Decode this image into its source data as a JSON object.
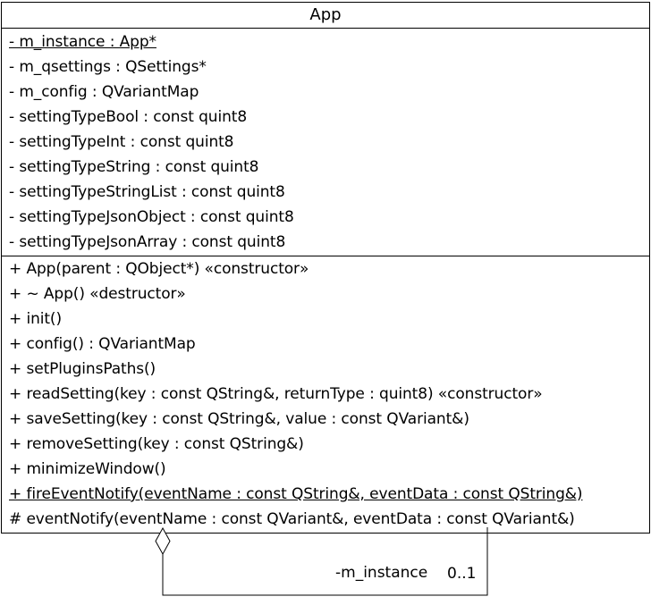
{
  "class": {
    "name": "App",
    "attributes": [
      {
        "text": "- m_instance : App*",
        "static": true
      },
      {
        "text": "- m_qsettings : QSettings*",
        "static": false
      },
      {
        "text": "- m_config : QVariantMap",
        "static": false
      },
      {
        "text": "- settingTypeBool : const quint8",
        "static": false
      },
      {
        "text": "- settingTypeInt : const quint8",
        "static": false
      },
      {
        "text": "- settingTypeString : const quint8",
        "static": false
      },
      {
        "text": "- settingTypeStringList : const quint8",
        "static": false
      },
      {
        "text": "- settingTypeJsonObject : const quint8",
        "static": false
      },
      {
        "text": "- settingTypeJsonArray : const quint8",
        "static": false
      }
    ],
    "operations": [
      {
        "text": "+ App(parent : QObject*) «constructor»",
        "static": false
      },
      {
        "text": "+ ~ App() «destructor»",
        "static": false
      },
      {
        "text": "+ init()",
        "static": false
      },
      {
        "text": "+ config() : QVariantMap",
        "static": false
      },
      {
        "text": "+ setPluginsPaths()",
        "static": false
      },
      {
        "text": "+ readSetting(key : const QString&, returnType : quint8) «constructor»",
        "static": false
      },
      {
        "text": "+ saveSetting(key : const QString&, value : const QVariant&)",
        "static": false
      },
      {
        "text": "+ removeSetting(key : const QString&)",
        "static": false
      },
      {
        "text": "+ minimizeWindow()",
        "static": false
      },
      {
        "text": "+ fireEventNotify(eventName : const QString&, eventData : const QString&)",
        "static": true
      },
      {
        "text": "# eventNotify(eventName : const QVariant&, eventData : const QVariant&)",
        "static": false
      }
    ]
  },
  "association": {
    "type": "aggregation",
    "role": "-m_instance",
    "multiplicity": "0..1"
  }
}
